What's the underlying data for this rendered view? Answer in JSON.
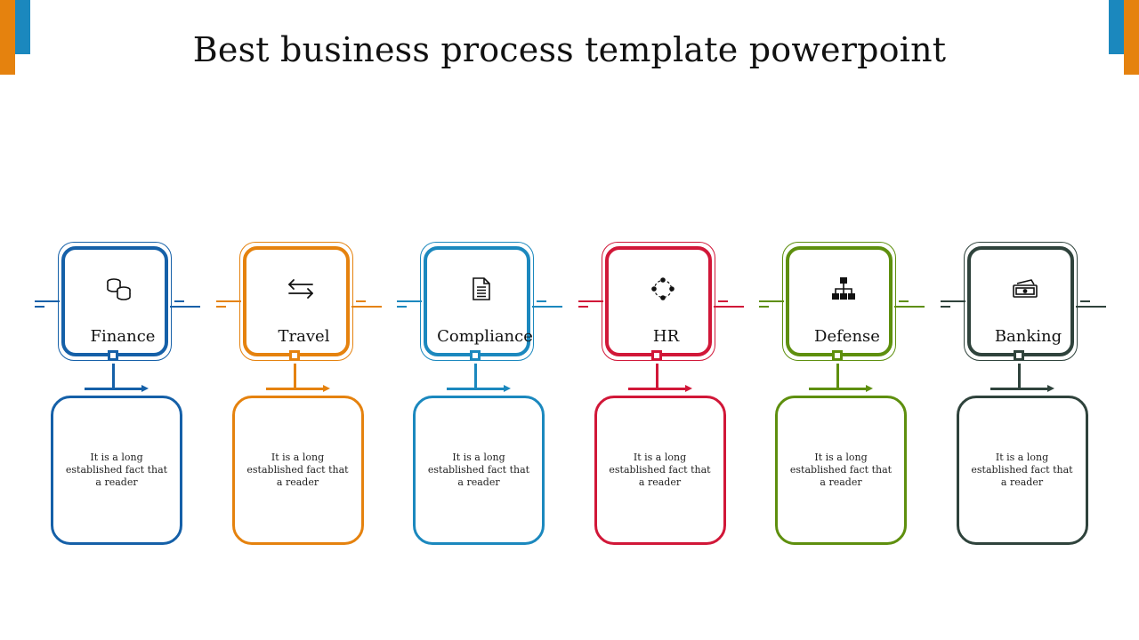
{
  "title": "Best business process template powerpoint",
  "colors": {
    "accent_orange": "#E5820E",
    "accent_blue": "#1B88BE"
  },
  "steps": [
    {
      "label": "Finance",
      "icon": "coins-icon",
      "color": "#1560A8",
      "description": "It is  a long established fact that a reader"
    },
    {
      "label": "Travel",
      "icon": "swap-arrows-icon",
      "color": "#E5820E",
      "description": "It is  a long established fact that a reader"
    },
    {
      "label": "Compliance",
      "icon": "document-icon",
      "color": "#1B88BE",
      "description": "It is  a long established fact that a reader"
    },
    {
      "label": "HR",
      "icon": "network-cycle-icon",
      "color": "#D11738",
      "description": "It is  a long established fact that a reader"
    },
    {
      "label": "Defense",
      "icon": "hierarchy-icon",
      "color": "#5E8F0E",
      "description": "It is  a long established fact that a reader"
    },
    {
      "label": "Banking",
      "icon": "money-icon",
      "color": "#2F433C",
      "description": "It is  a long established fact that a reader"
    }
  ]
}
